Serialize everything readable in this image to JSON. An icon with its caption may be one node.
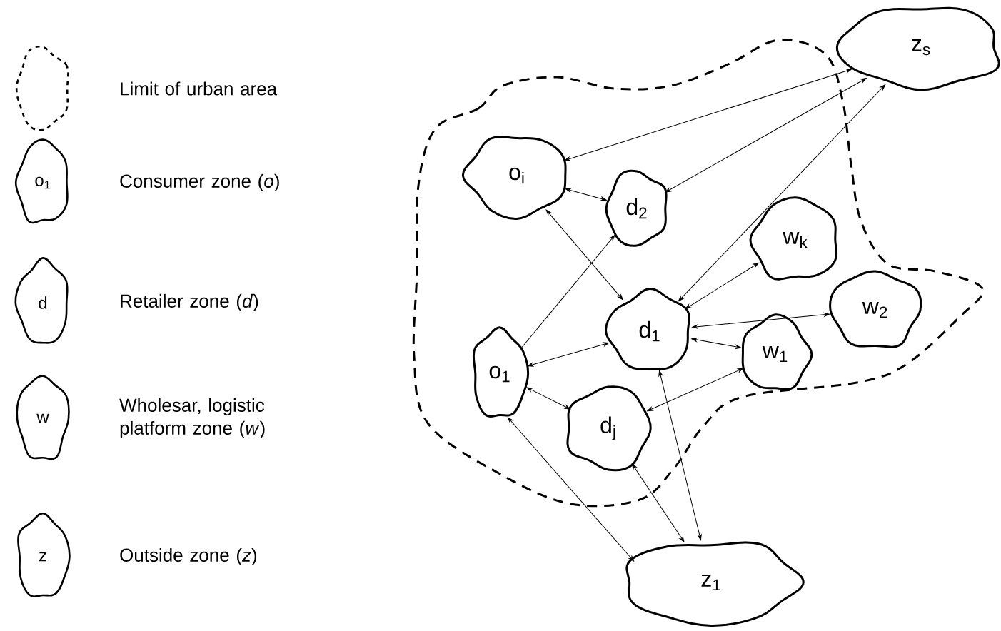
{
  "diagram": {
    "nodes": [
      {
        "text": [
          "z$_{s}$"
        ]
      },
      {
        "text": [
          "o$_{i}$"
        ]
      },
      {
        "text": [
          "d$_{2}$"
        ]
      },
      {
        "text": [
          "w$_{k}$"
        ]
      },
      {
        "text": [
          "d$_{1}$"
        ]
      },
      {
        "text": [
          "w$_{2}$"
        ]
      },
      {
        "text": [
          "o$_{1}$"
        ]
      },
      {
        "text": [
          "w$_{1}$"
        ]
      },
      {
        "text": [
          "d$_{j}$"
        ]
      },
      {
        "text": [
          "z$_{1}$"
        ]
      }
    ],
    "edges": [
      {
        "from": 1,
        "to": 0,
        "arrow": "both"
      },
      {
        "from": 2,
        "to": 0,
        "arrow": "both"
      },
      {
        "from": 4,
        "to": 0,
        "arrow": "both"
      },
      {
        "from": 1,
        "to": 2,
        "arrow": "both"
      },
      {
        "from": 1,
        "to": 4,
        "arrow": "both"
      },
      {
        "from": 6,
        "to": 2,
        "arrow": "to"
      },
      {
        "from": 4,
        "to": 3,
        "arrow": "both"
      },
      {
        "from": 4,
        "to": 5,
        "arrow": "both"
      },
      {
        "from": 4,
        "to": 7,
        "arrow": "both"
      },
      {
        "from": 6,
        "to": 4,
        "arrow": "both"
      },
      {
        "from": 6,
        "to": 8,
        "arrow": "both"
      },
      {
        "from": 8,
        "to": 7,
        "arrow": "both"
      },
      {
        "from": 6,
        "to": 9,
        "arrow": "both"
      },
      {
        "from": 8,
        "to": 9,
        "arrow": "both"
      },
      {
        "from": 4,
        "to": 9,
        "arrow": "both"
      }
    ],
    "labels": [
      "o$_{1}$",
      "d",
      "w",
      "z"
    ],
    "legend": [
      {
        "text": "Limit of urban area"
      },
      {
        "text": "Consumer zone (*o*)"
      },
      {
        "text": "Retailer zone (*d*)"
      },
      {
        "text": "Wholesar, logistic platform zone (*w*)"
      },
      {
        "text": "Outside zone (*z*)"
      }
    ]
  }
}
